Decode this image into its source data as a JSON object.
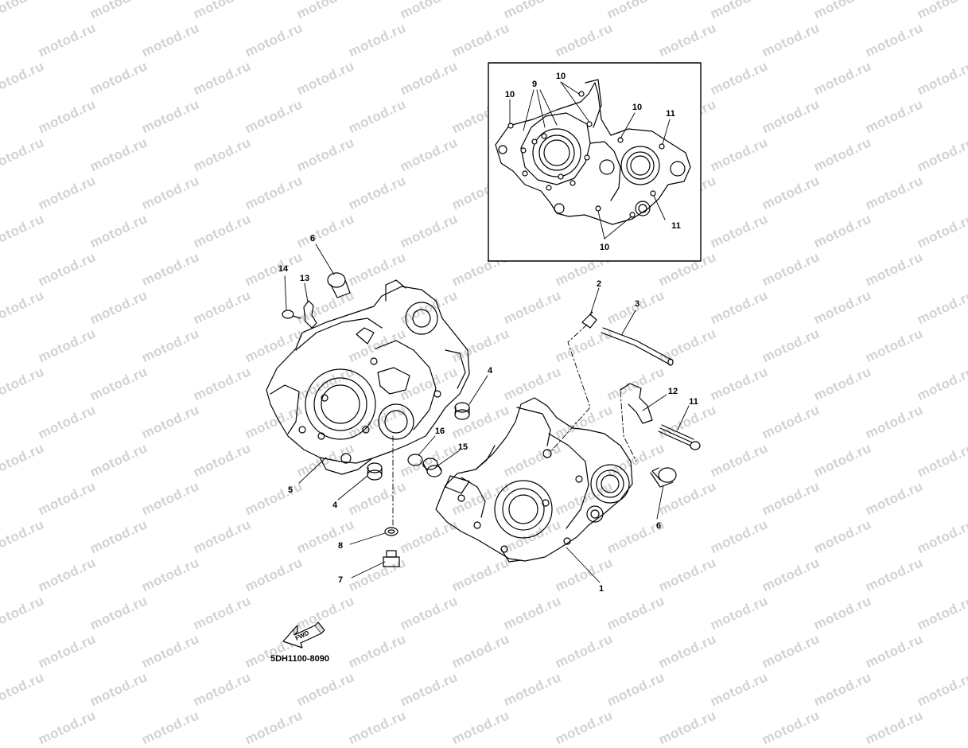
{
  "watermark": "motod.ru",
  "diagram_code": "5DH1100-8090",
  "fwd_label": "FWD",
  "callouts": [
    {
      "n": "1"
    },
    {
      "n": "2"
    },
    {
      "n": "3"
    },
    {
      "n": "4"
    },
    {
      "n": "4"
    },
    {
      "n": "5"
    },
    {
      "n": "6"
    },
    {
      "n": "6"
    },
    {
      "n": "7"
    },
    {
      "n": "8"
    },
    {
      "n": "11"
    },
    {
      "n": "12"
    },
    {
      "n": "13"
    },
    {
      "n": "14"
    },
    {
      "n": "15"
    },
    {
      "n": "16"
    }
  ],
  "inset_callouts": [
    {
      "n": "9"
    },
    {
      "n": "10"
    },
    {
      "n": "10"
    },
    {
      "n": "10"
    },
    {
      "n": "10"
    },
    {
      "n": "11"
    },
    {
      "n": "11"
    }
  ]
}
